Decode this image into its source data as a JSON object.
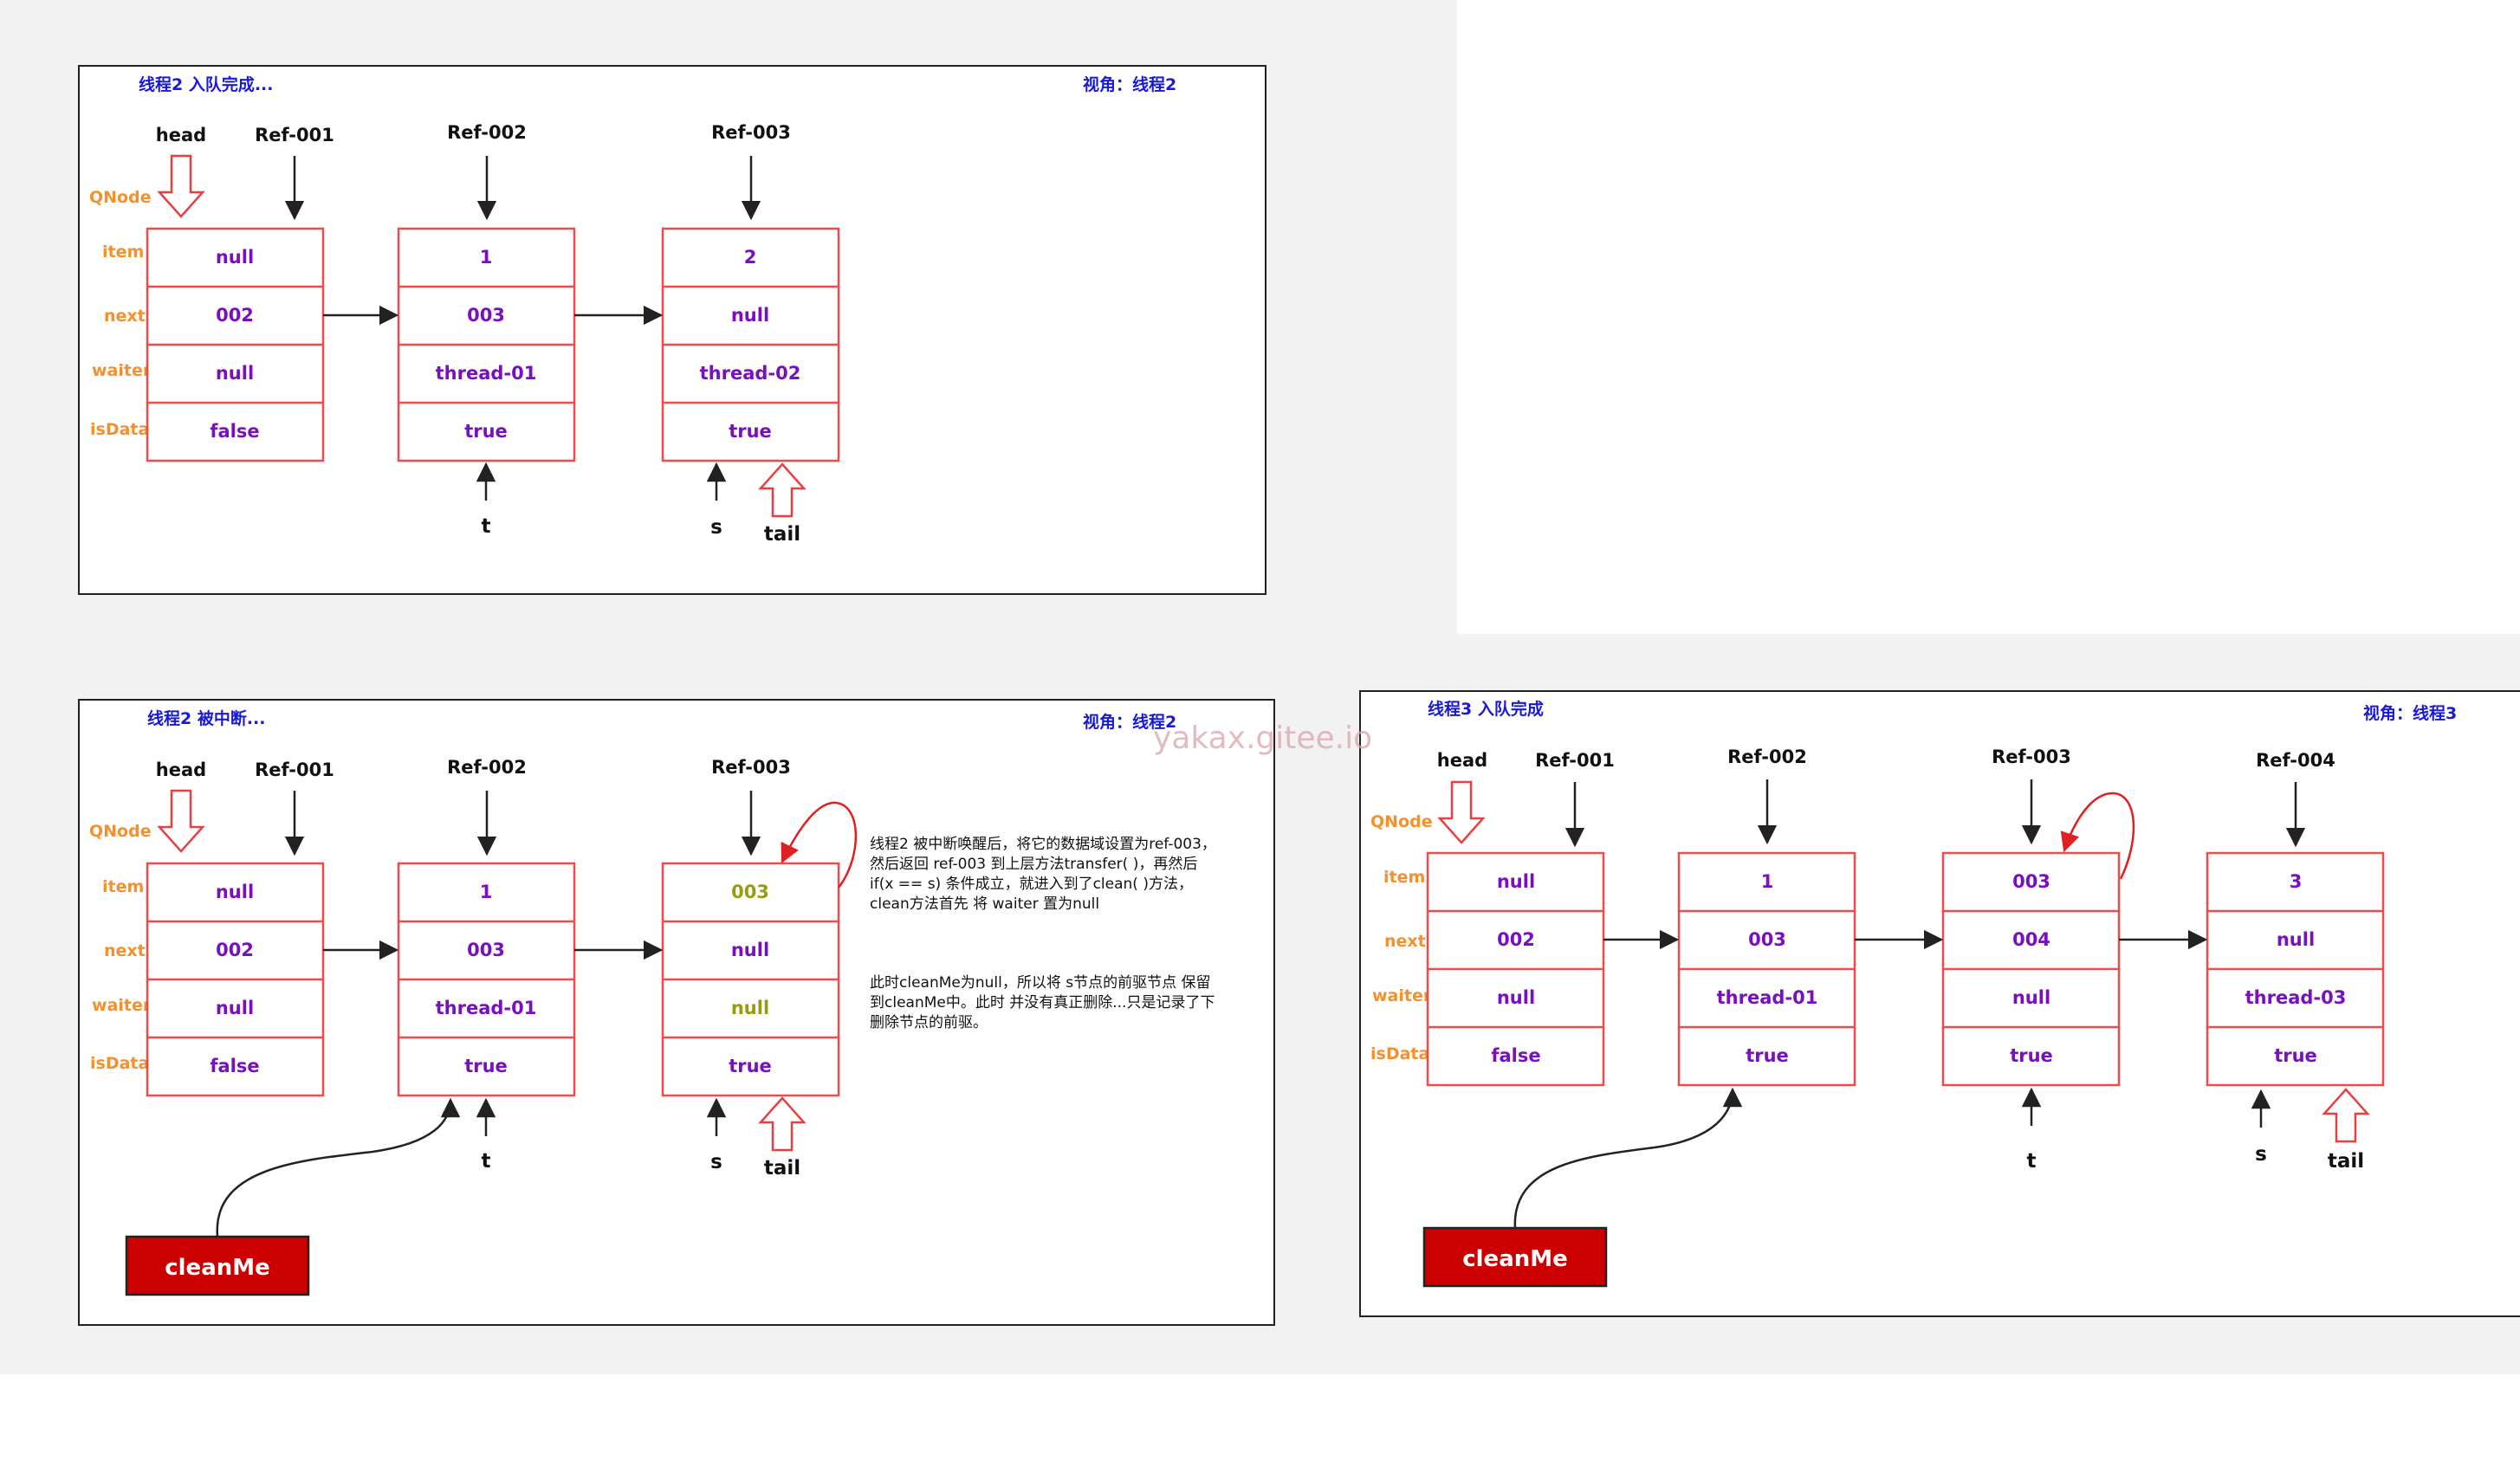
{
  "watermark": "yakax.gitee.io",
  "row_labels": [
    "QNode",
    "item",
    "next",
    "waiter",
    "isData"
  ],
  "pointer_labels": {
    "head": "head",
    "tail": "tail",
    "t": "t",
    "s": "s",
    "cleanMe": "cleanMe"
  },
  "panels": [
    {
      "title": "线程2 入队完成...",
      "view": "视角：线程2",
      "nodes": [
        {
          "ref": "Ref-001",
          "item": "null",
          "next": "002",
          "waiter": "null",
          "isData": "false"
        },
        {
          "ref": "Ref-002",
          "item": "1",
          "next": "003",
          "waiter": "thread-01",
          "isData": "true"
        },
        {
          "ref": "Ref-003",
          "item": "2",
          "next": "null",
          "waiter": "thread-02",
          "isData": "true"
        }
      ]
    },
    {
      "title": "线程2 被中断...",
      "view": "视角：线程2",
      "nodes": [
        {
          "ref": "Ref-001",
          "item": "null",
          "next": "002",
          "waiter": "null",
          "isData": "false"
        },
        {
          "ref": "Ref-002",
          "item": "1",
          "next": "003",
          "waiter": "thread-01",
          "isData": "true"
        },
        {
          "ref": "Ref-003",
          "item": "003",
          "next": "null",
          "waiter": "null",
          "isData": "true"
        }
      ],
      "notes": [
        [
          "线程2 被中断唤醒后，将它的数据域设置为ref-003，",
          "然后返回 ref-003 到上层方法transfer( )，再然后",
          "if(x == s) 条件成立，就进入到了clean( )方法，",
          "clean方法首先 将 waiter 置为null"
        ],
        [
          "此时cleanMe为null，所以将 s节点的前驱节点 保留",
          "到cleanMe中。此时 并没有真正删除...只是记录了下",
          "删除节点的前驱。"
        ]
      ]
    },
    {
      "title": "线程3 入队完成",
      "view": "视角：线程3",
      "nodes": [
        {
          "ref": "Ref-001",
          "item": "null",
          "next": "002",
          "waiter": "null",
          "isData": "false"
        },
        {
          "ref": "Ref-002",
          "item": "1",
          "next": "003",
          "waiter": "thread-01",
          "isData": "true"
        },
        {
          "ref": "Ref-003",
          "item": "003",
          "next": "004",
          "waiter": "null",
          "isData": "true"
        },
        {
          "ref": "Ref-004",
          "item": "3",
          "next": "null",
          "waiter": "thread-03",
          "isData": "true"
        }
      ]
    }
  ],
  "colors": {
    "title": "#1a1ad6",
    "row_label": "#f5902c",
    "cell_text": "#7a0fc0",
    "changed_cell": "#9a9a10",
    "node_border": "#f04a4a",
    "cleanMe_fill": "#cc0000",
    "background": "#f2f2f2"
  }
}
